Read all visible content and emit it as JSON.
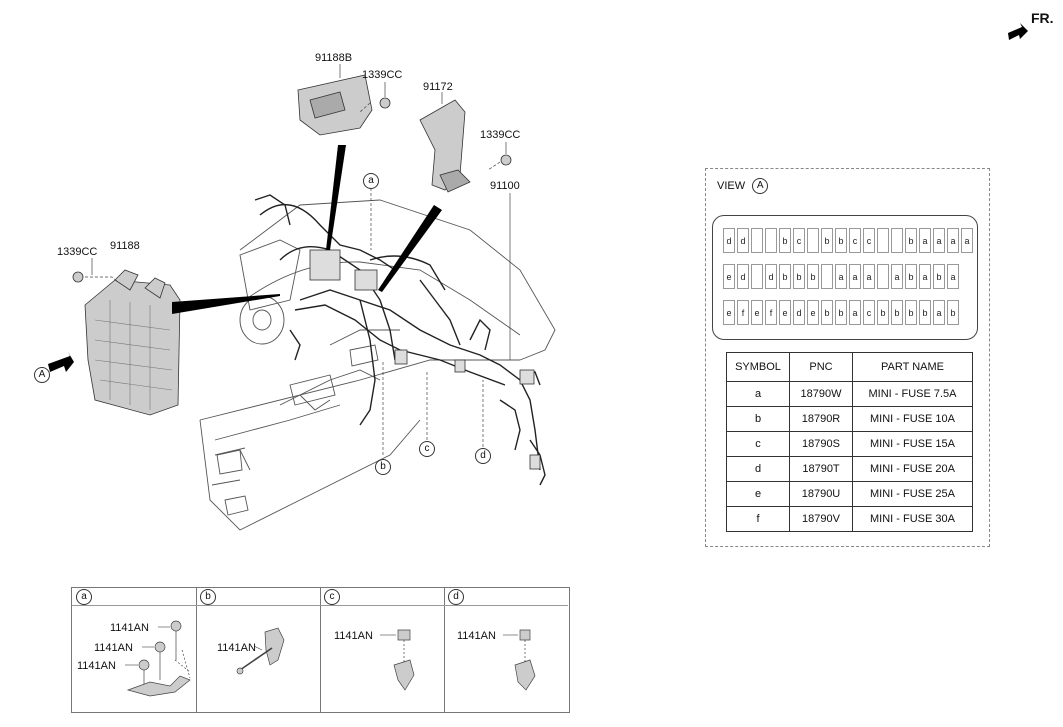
{
  "orientation": {
    "label": "FR."
  },
  "callouts": {
    "p91188B": "91188B",
    "p1339CC_top": "1339CC",
    "p91172": "91172",
    "p1339CC_right": "1339CC",
    "p91100": "91100",
    "p1339CC_left": "1339CC",
    "p91188": "91188",
    "view_ref": "A"
  },
  "harness_markers": {
    "a": "a",
    "b": "b",
    "c": "c",
    "d": "d"
  },
  "view": {
    "title": "VIEW",
    "ref": "A",
    "fuse_rows": [
      [
        "d",
        "d",
        "",
        "",
        "b",
        "c",
        "",
        "b",
        "b",
        "c",
        "c",
        "",
        "",
        "b",
        "a",
        "a",
        "a",
        "a"
      ],
      [
        "e",
        "d",
        "",
        "d",
        "b",
        "b",
        "b",
        "",
        "a",
        "a",
        "a",
        "",
        "a",
        "b",
        "a",
        "b",
        "a"
      ],
      [
        "e",
        "f",
        "e",
        "f",
        "e",
        "d",
        "e",
        "b",
        "b",
        "a",
        "c",
        "b",
        "b",
        "b",
        "b",
        "a",
        "b"
      ]
    ]
  },
  "legend": {
    "headers": [
      "SYMBOL",
      "PNC",
      "PART NAME"
    ],
    "rows": [
      [
        "a",
        "18790W",
        "MINI - FUSE 7.5A"
      ],
      [
        "b",
        "18790R",
        "MINI - FUSE 10A"
      ],
      [
        "c",
        "18790S",
        "MINI - FUSE 15A"
      ],
      [
        "d",
        "18790T",
        "MINI - FUSE 20A"
      ],
      [
        "e",
        "18790U",
        "MINI - FUSE 25A"
      ],
      [
        "f",
        "18790V",
        "MINI - FUSE 30A"
      ]
    ]
  },
  "details": [
    {
      "key": "a",
      "labels": [
        "1141AN",
        "1141AN",
        "1141AN"
      ]
    },
    {
      "key": "b",
      "labels": [
        "1141AN"
      ]
    },
    {
      "key": "c",
      "labels": [
        "1141AN"
      ]
    },
    {
      "key": "d",
      "labels": [
        "1141AN"
      ]
    }
  ]
}
